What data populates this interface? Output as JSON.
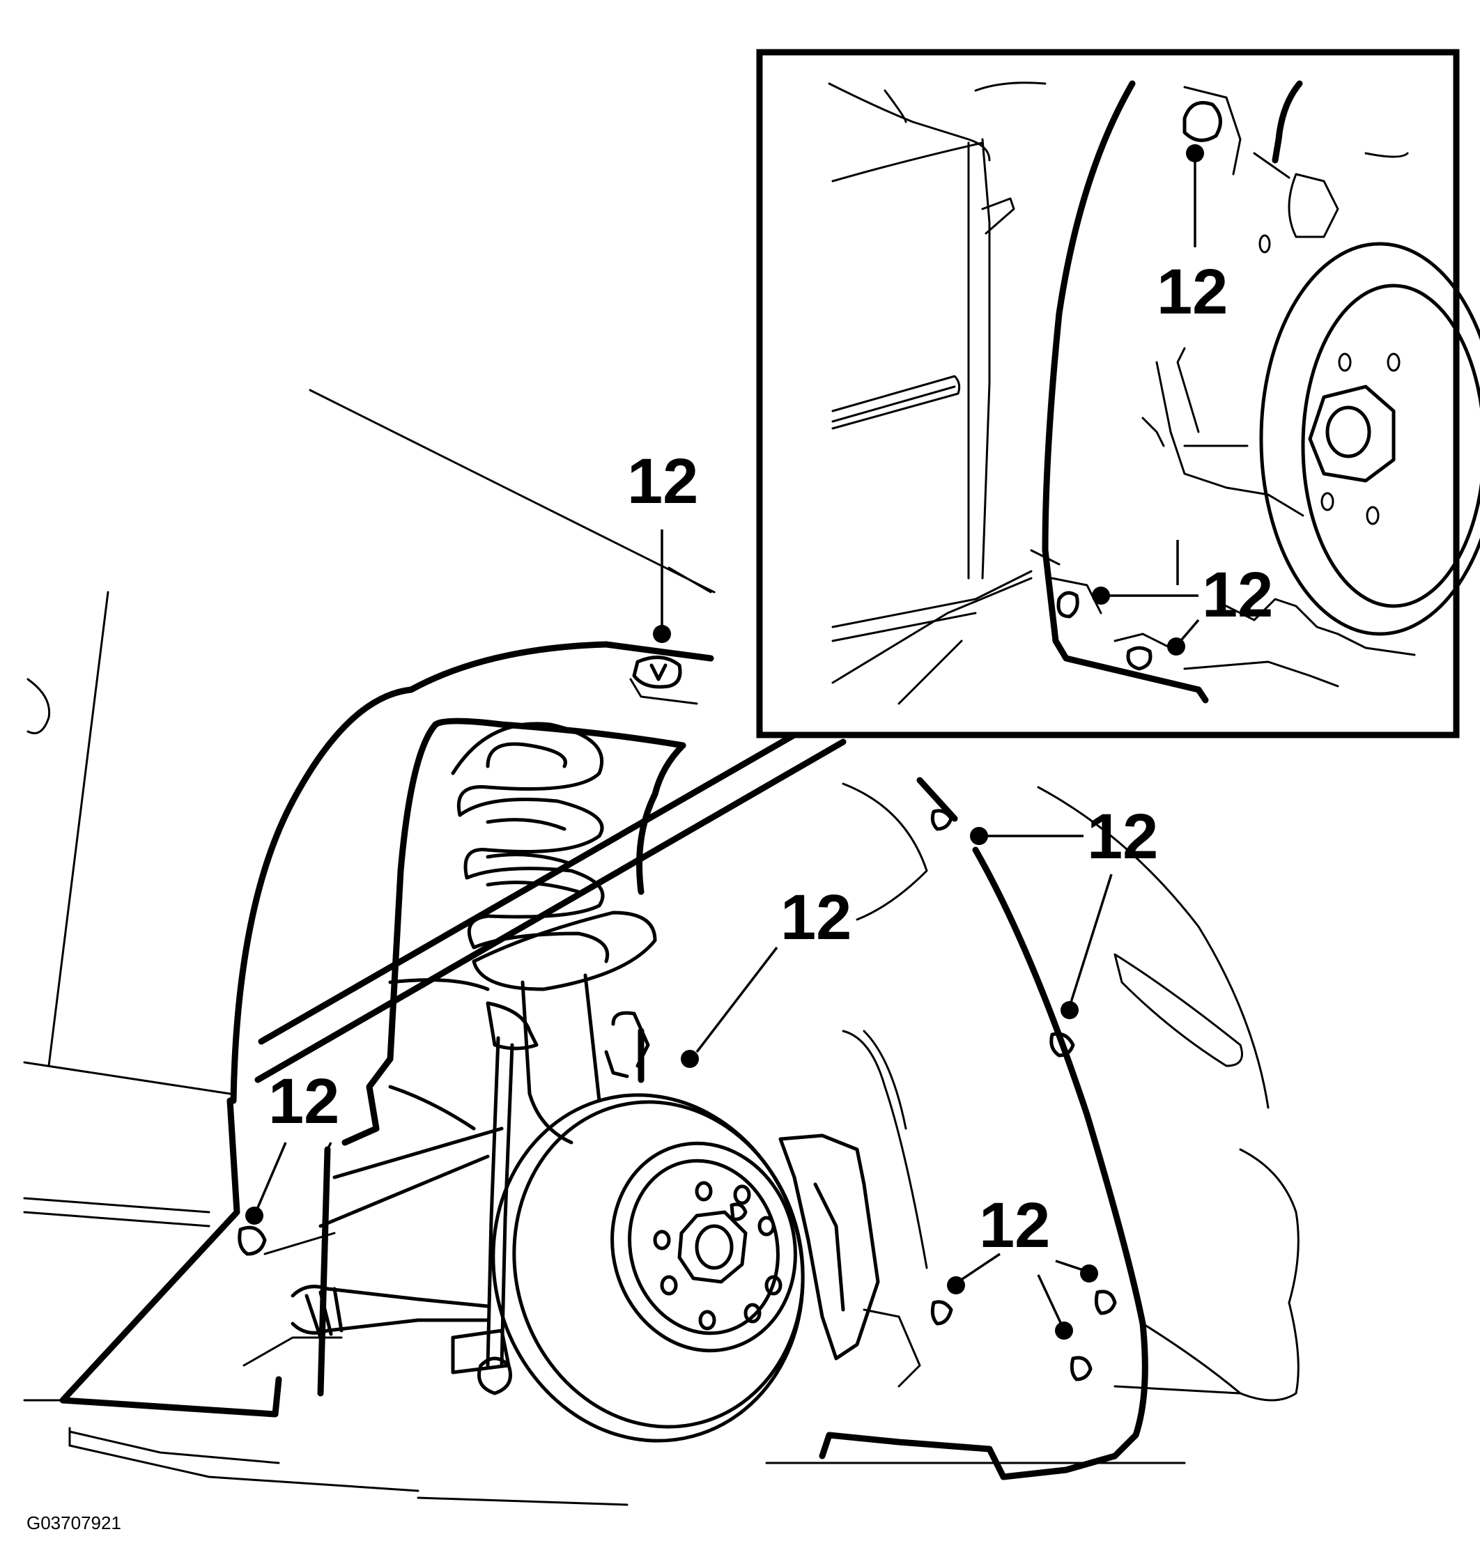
{
  "figure": {
    "id_label": "G03707921",
    "callout_text": "12",
    "colors": {
      "line": "#000000",
      "background": "#ffffff"
    }
  },
  "callouts": [
    {
      "name": "callout-top",
      "label": "12"
    },
    {
      "name": "callout-left",
      "label": "12"
    },
    {
      "name": "callout-center",
      "label": "12"
    },
    {
      "name": "callout-right-upper",
      "label": "12"
    },
    {
      "name": "callout-right-lower",
      "label": "12"
    },
    {
      "name": "callout-inset-top",
      "label": "12"
    },
    {
      "name": "callout-inset-bottom",
      "label": "12"
    }
  ]
}
